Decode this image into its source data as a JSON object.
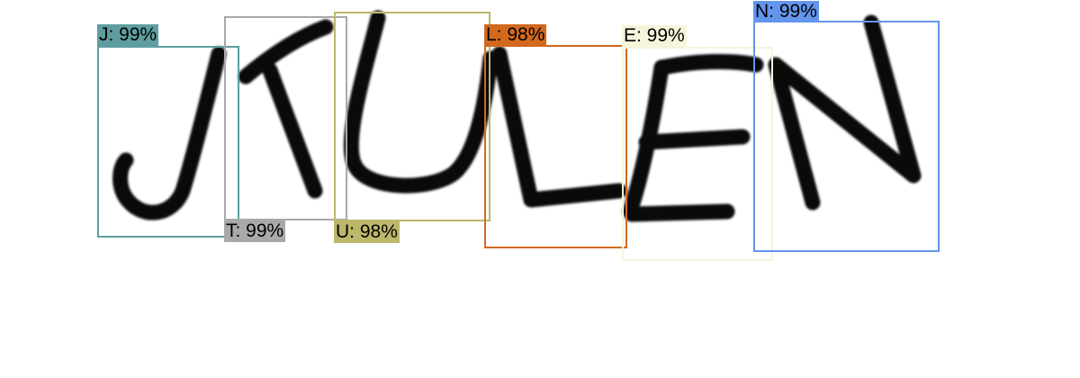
{
  "detections": [
    {
      "letter": "J",
      "confidence_label": "J: 99%",
      "color": "#5f9ea0"
    },
    {
      "letter": "T",
      "confidence_label": "T: 99%",
      "color": "#a9a9a9"
    },
    {
      "letter": "U",
      "confidence_label": "U: 98%",
      "color": "#bdb76b"
    },
    {
      "letter": "L",
      "confidence_label": "L: 98%",
      "color": "#d2691e"
    },
    {
      "letter": "E",
      "confidence_label": "E: 99%",
      "color": "#f5f5dc"
    },
    {
      "letter": "N",
      "confidence_label": "N: 99%",
      "color": "#6495ed"
    }
  ]
}
